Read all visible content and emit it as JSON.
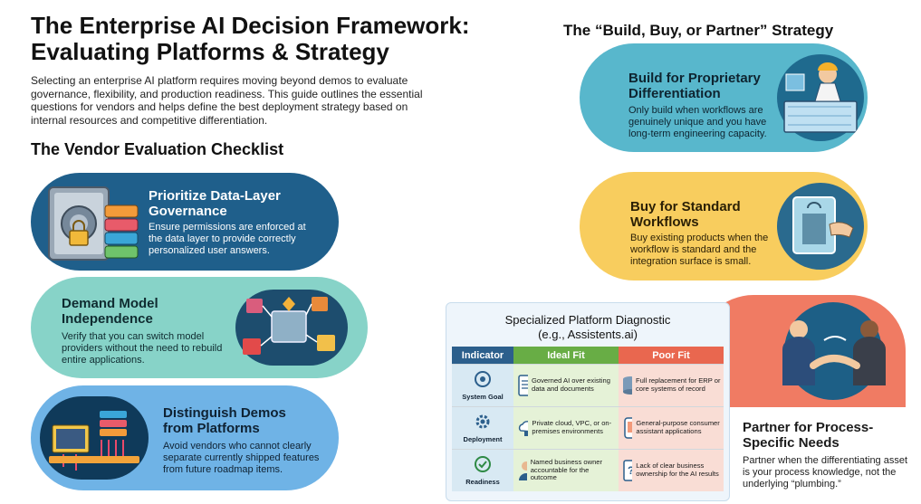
{
  "header": {
    "title_line1": "The Enterprise AI Decision Framework:",
    "title_line2": "Evaluating Platforms & Strategy",
    "intro": "Selecting an enterprise AI platform requires moving beyond demos to evaluate governance, flexibility, and production readiness. This guide outlines the essential questions for vendors and helps define the best deployment strategy based on internal resources and competitive differentiation."
  },
  "checklist": {
    "title": "The Vendor Evaluation Checklist",
    "items": [
      {
        "heading": "Prioritize Data-Layer Governance",
        "body": "Ensure permissions are enforced at the data layer to provide correctly personalized user answers.",
        "icon": "server-lock-icon",
        "color": "#1f5f8b"
      },
      {
        "heading": "Demand Model Independence",
        "body": "Verify that you can switch model providers without the need to rebuild entire applications.",
        "icon": "modular-cubes-icon",
        "color": "#87d3c8"
      },
      {
        "heading": "Distinguish Demos from Platforms",
        "body": "Avoid vendors who cannot clearly separate currently shipped features from future roadmap items.",
        "icon": "circuit-platform-icon",
        "color": "#6fb3e6"
      }
    ]
  },
  "strategy": {
    "title": "The “Build, Buy, or Partner” Strategy",
    "build": {
      "heading": "Build for Proprietary Differentiation",
      "body": "Only build when workflows are genuinely unique and you have long-term engineering capacity.",
      "icon": "engineer-blueprint-icon",
      "color": "#58b7cc"
    },
    "buy": {
      "heading": "Buy for Standard Workflows",
      "body": "Buy existing products when the workflow is standard and the integration surface is small.",
      "icon": "hand-package-icon",
      "color": "#f8cd5e"
    },
    "partner": {
      "heading": "Partner for Process-Specific Needs",
      "body": "Partner when the differentiating asset is your process knowledge, not the underlying “plumbing.”",
      "icon": "handshake-icon",
      "color": "#f07b63"
    }
  },
  "diagnostic": {
    "title_line1": "Specialized Platform Diagnostic",
    "title_line2": "(e.g., Assistents.ai)",
    "columns": [
      "Indicator",
      "Ideal Fit",
      "Poor Fit"
    ],
    "rows": [
      {
        "indicator": "System Goal",
        "indicator_icon": "target-icon",
        "ideal": "Governed AI over existing data and documents",
        "ideal_icon": "document-icon",
        "poor": "Full replacement for ERP or core systems of record",
        "poor_icon": "database-x-icon"
      },
      {
        "indicator": "Deployment",
        "indicator_icon": "gear-icon",
        "ideal": "Private cloud, VPC, or on-premises environments",
        "ideal_icon": "cloud-icon",
        "poor": "General-purpose consumer assistant applications",
        "poor_icon": "phone-icon"
      },
      {
        "indicator": "Readiness",
        "indicator_icon": "check-circle-icon",
        "ideal": "Named business owner accountable for the outcome",
        "ideal_icon": "person-icon",
        "poor": "Lack of clear business ownership for the AI results",
        "poor_icon": "question-doc-icon"
      }
    ],
    "colors": {
      "indicator": "#2c5f8c",
      "ideal": "#68ad45",
      "poor": "#e9674f"
    }
  }
}
